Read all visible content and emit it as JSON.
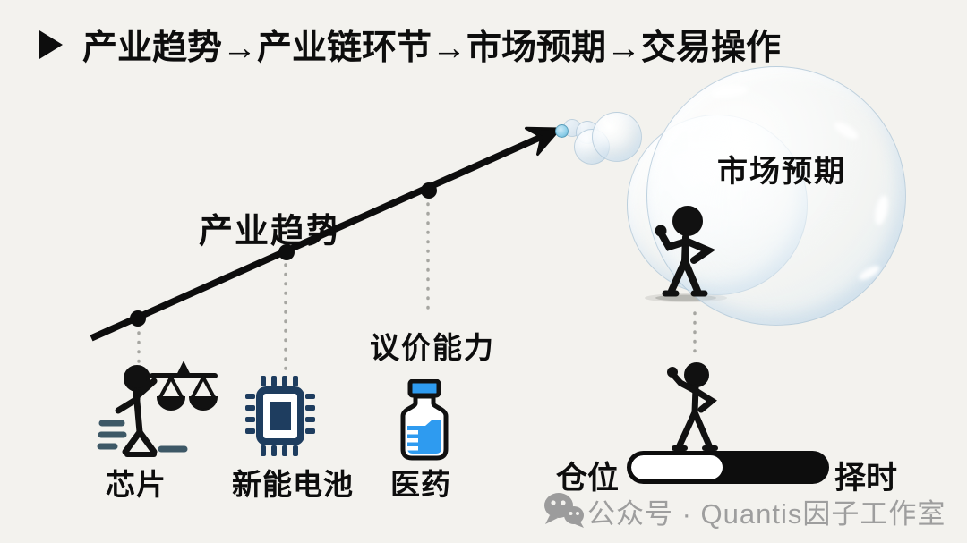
{
  "title": {
    "bullet": "▶",
    "text": "产业趋势→产业链环节→市场预期→交易操作"
  },
  "diagram": {
    "trend_arrow_label": "产业趋势",
    "bargaining_label": "议价能力",
    "industries": [
      {
        "label": "芯片",
        "icon": "figure-with-scales-icon"
      },
      {
        "label": "新能电池",
        "icon": "cpu-chip-icon"
      },
      {
        "label": "医药",
        "icon": "medicine-bottle-icon"
      }
    ],
    "bubble": {
      "label": "市场预期",
      "icon": "standing-figure-icon"
    },
    "slider": {
      "left_label": "仓位",
      "right_label": "择时",
      "fill_percent": 47,
      "figure_icon": "waving-figure-icon"
    }
  },
  "watermark": {
    "icon": "wechat-icon",
    "text": "公众号 · Quantis因子工作室"
  },
  "colors": {
    "background": "#f3f2ee",
    "ink": "#0d0d0d",
    "chip_navy": "#1e3d5f",
    "bottle_blue": "#2e9bf0",
    "dash_slate": "#3d5866",
    "watermark_gray": "#9e9e9e",
    "bubble_tip_blue": "#8ecfe9"
  }
}
